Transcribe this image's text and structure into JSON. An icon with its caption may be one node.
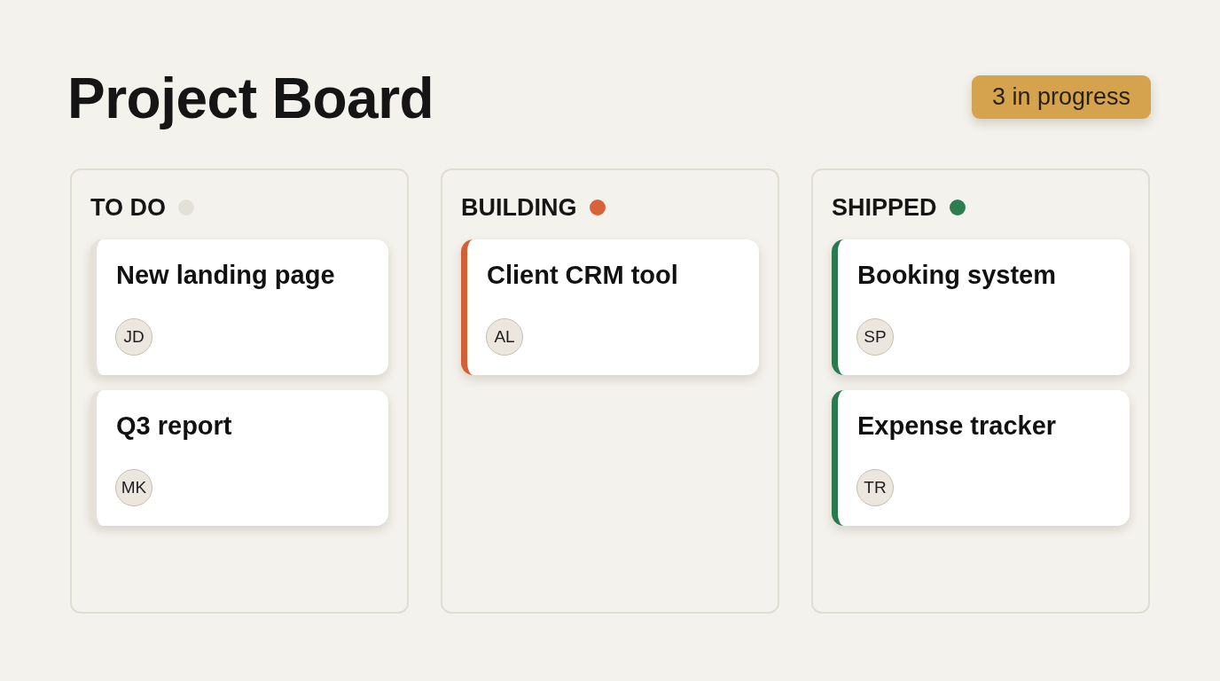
{
  "diagram": {
    "title": "Project Board",
    "nodes": [
      {
        "text": [
          "3 in progress"
        ]
      },
      {
        "text": [
          "TO DO"
        ]
      },
      {
        "text": [
          "New landing page"
        ],
        "in": 1
      },
      {
        "text": [
          "JD"
        ],
        "in": 2
      },
      {
        "text": [
          "Q3 report"
        ],
        "in": 1
      },
      {
        "text": [
          "MK"
        ],
        "in": 4
      },
      {
        "text": [
          "BUILDING"
        ]
      },
      {
        "text": [
          "Client CRM tool"
        ],
        "in": 6
      },
      {
        "text": [
          "AL"
        ],
        "in": 7
      },
      {
        "text": [
          "SHIPPED"
        ]
      },
      {
        "text": [
          "Booking system"
        ],
        "in": 9
      },
      {
        "text": [
          "SP"
        ],
        "in": 10
      },
      {
        "text": [
          "Expense tracker"
        ],
        "in": 9
      },
      {
        "text": [
          "TR"
        ],
        "in": 12
      }
    ]
  }
}
